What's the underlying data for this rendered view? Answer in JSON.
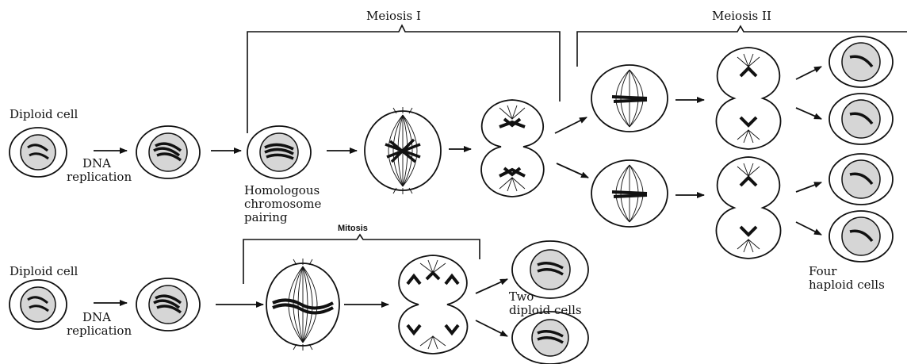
{
  "meiosis": {
    "phase1_label": "Meiosis I",
    "phase2_label": "Meiosis II",
    "start_label": "Diploid cell",
    "replication_label_1": "DNA",
    "replication_label_2": "replication",
    "pairing_label_1": "Homologous",
    "pairing_label_2": "chromosome",
    "pairing_label_3": "pairing",
    "result_label_1": "Four",
    "result_label_2": "haploid cells"
  },
  "mitosis": {
    "phase_label": "Mitosis",
    "start_label": "Diploid cell",
    "replication_label_1": "DNA",
    "replication_label_2": "replication",
    "result_label_1": "Two",
    "result_label_2": "diploid cells"
  },
  "colors": {
    "ink": "#111111",
    "nucleus_fill": "#d6d6d6"
  }
}
